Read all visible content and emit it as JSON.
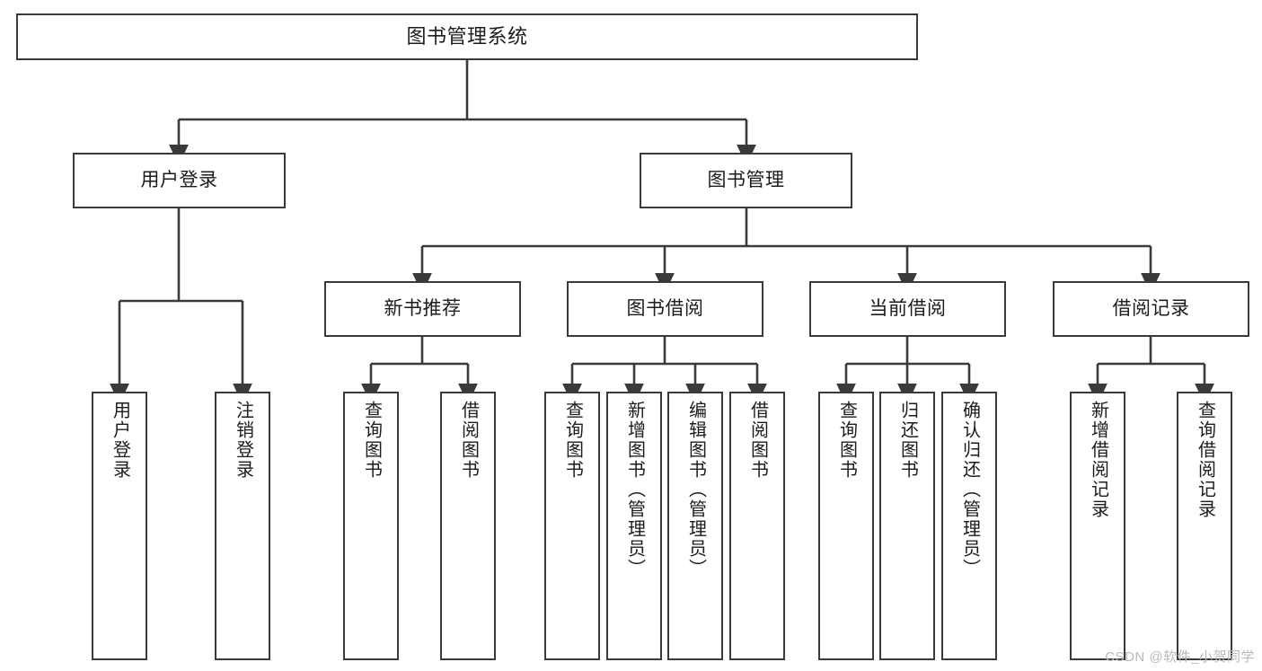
{
  "diagram": {
    "title": "图书管理系统",
    "type": "tree",
    "background_color": "#ffffff",
    "box_border_color": "#3a3a3a",
    "text_color": "#1c1c1c",
    "connector_color": "#3a3a3a"
  },
  "nodes": {
    "root": {
      "label": "图书管理系统",
      "level": 1
    },
    "l2": [
      {
        "id": "user-login",
        "label": "用户登录",
        "level": 2
      },
      {
        "id": "book-manage",
        "label": "图书管理",
        "level": 2
      }
    ],
    "l3": [
      {
        "id": "new-book-recommend",
        "label": "新书推荐",
        "level": 3,
        "parent": "book-manage"
      },
      {
        "id": "book-borrow",
        "label": "图书借阅",
        "level": 3,
        "parent": "book-manage"
      },
      {
        "id": "current-borrow",
        "label": "当前借阅",
        "level": 3,
        "parent": "book-manage"
      },
      {
        "id": "borrow-record",
        "label": "借阅记录",
        "level": 3,
        "parent": "book-manage"
      }
    ],
    "leaves": [
      {
        "id": "leaf-user-login",
        "label": "用户登录",
        "parent": "user-login"
      },
      {
        "id": "leaf-logout",
        "label": "注销登录",
        "parent": "user-login"
      },
      {
        "id": "leaf-query-book-1",
        "label": "查询图书",
        "parent": "new-book-recommend"
      },
      {
        "id": "leaf-borrow-book-1",
        "label": "借阅图书",
        "parent": "new-book-recommend"
      },
      {
        "id": "leaf-query-book-2",
        "label": "查询图书",
        "parent": "book-borrow"
      },
      {
        "id": "leaf-add-book",
        "label": "新增图书（管理员）",
        "parent": "book-borrow"
      },
      {
        "id": "leaf-edit-book",
        "label": "编辑图书（管理员）",
        "parent": "book-borrow"
      },
      {
        "id": "leaf-borrow-book-2",
        "label": "借阅图书",
        "parent": "book-borrow"
      },
      {
        "id": "leaf-query-book-3",
        "label": "查询图书",
        "parent": "current-borrow"
      },
      {
        "id": "leaf-return-book",
        "label": "归还图书",
        "parent": "current-borrow"
      },
      {
        "id": "leaf-confirm-return",
        "label": "确认归还（管理员）",
        "parent": "current-borrow"
      },
      {
        "id": "leaf-add-record",
        "label": "新增借阅记录",
        "parent": "borrow-record"
      },
      {
        "id": "leaf-query-record",
        "label": "查询借阅记录",
        "parent": "borrow-record"
      }
    ]
  },
  "watermark": {
    "text": "CSDN @软件_小贺同学"
  }
}
